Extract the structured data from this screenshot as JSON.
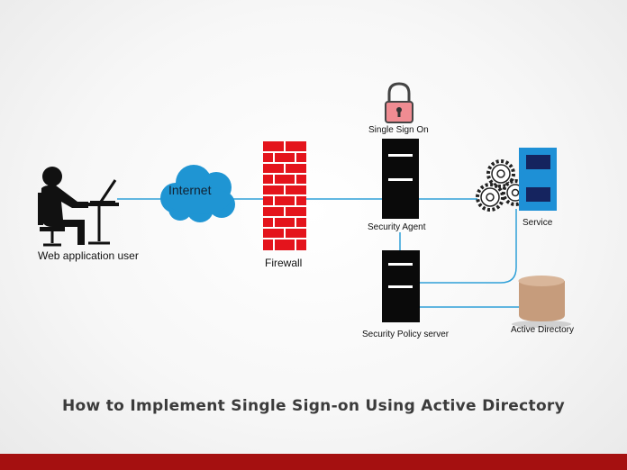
{
  "title": "How to Implement Single Sign-on Using Active Directory",
  "nodes": {
    "user": "Web application user",
    "internet": "Internet",
    "firewall": "Firewall",
    "sso": "Single Sign On",
    "agent": "Security Agent",
    "policy": "Security Policy server",
    "service": "Service",
    "directory": "Active Directory"
  },
  "icons": [
    "user-at-computer-icon",
    "cloud-icon",
    "brick-wall-icon",
    "padlock-icon",
    "server-icon",
    "gears-icon",
    "database-icon"
  ],
  "colors": {
    "accent": "#a51010",
    "link": "#2fa0d8",
    "brick": "#e4141c",
    "service": "#1e90d6",
    "database": "#c69c7c"
  }
}
